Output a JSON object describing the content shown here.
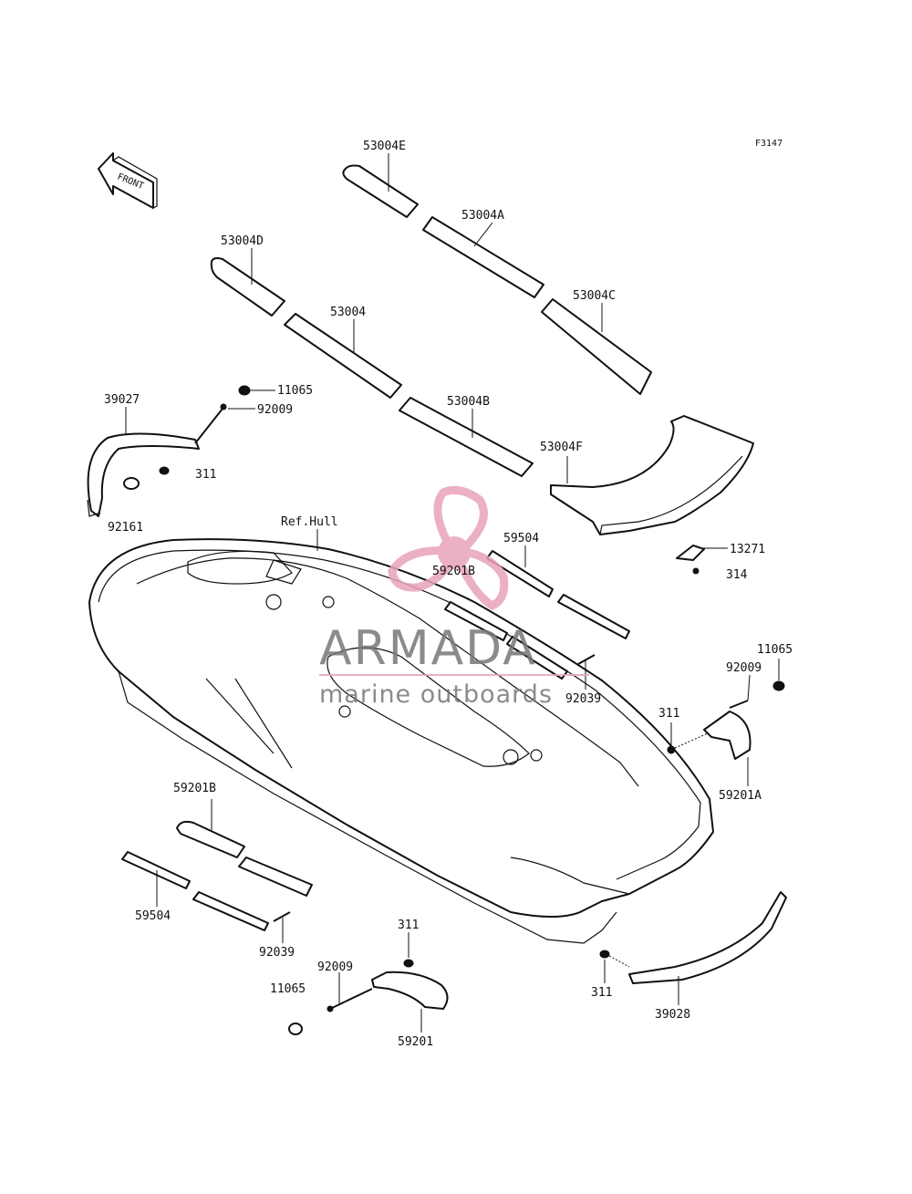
{
  "figure_code": "F3147",
  "front_label": "FRONT",
  "labels": {
    "p53004E": "53004E",
    "p53004A": "53004A",
    "p53004D": "53004D",
    "p53004C": "53004C",
    "p53004": "53004",
    "p11065_top": "11065",
    "p92009_top": "92009",
    "p39027": "39027",
    "p53004B": "53004B",
    "p53004F": "53004F",
    "p311_left": "311",
    "p92161": "92161",
    "ref_hull": "Ref.Hull",
    "p59504_top": "59504",
    "p59201B_top": "59201B",
    "p13271": "13271",
    "p314": "314",
    "p11065_right": "11065",
    "p92009_right": "92009",
    "p92039_top": "92039",
    "p311_right": "311",
    "p59201A": "59201A",
    "p59201B_bottom": "59201B",
    "p59504_bottom": "59504",
    "p92039_bottom": "92039",
    "p311_bottom": "311",
    "p92009_bottom": "92009",
    "p11065_bottom": "11065",
    "p59201": "59201",
    "p311_rear": "311",
    "p39028": "39028"
  },
  "watermark": {
    "brand": "ARMADA",
    "tagline": "marine outboards",
    "logo_color": "#e8a3bd"
  }
}
